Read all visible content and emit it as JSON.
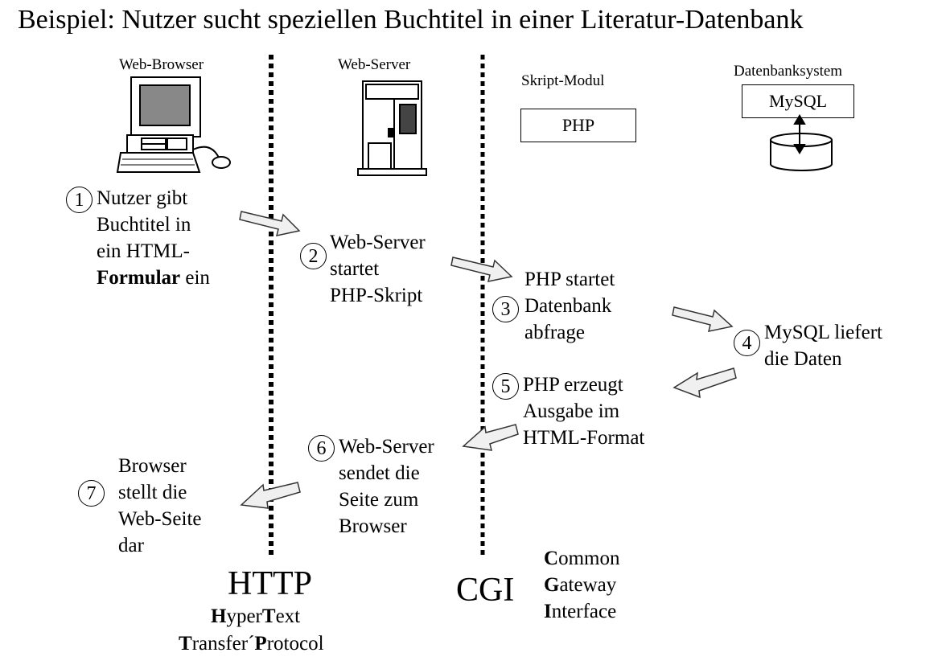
{
  "title": "Beispiel: Nutzer sucht speziellen Buchtitel in einer Literatur-Datenbank",
  "columns": {
    "browser": "Web-Browser",
    "server": "Web-Server",
    "script": "Skript-Modul",
    "db": "Datenbanksystem"
  },
  "boxes": {
    "php": "PHP",
    "mysql": "MySQL"
  },
  "steps": [
    {
      "num": "1",
      "lines": [
        "Nutzer gibt",
        "Buchtitel in",
        "ein HTML-"
      ],
      "bold_word": "Formular",
      "after_bold": " ein"
    },
    {
      "num": "2",
      "lines": [
        "Web-Server",
        "startet",
        "PHP-Skript"
      ]
    },
    {
      "num": "3",
      "lines": [
        "PHP startet",
        "Datenbank",
        "abfrage"
      ]
    },
    {
      "num": "4",
      "lines": [
        "MySQL liefert",
        "die Daten"
      ]
    },
    {
      "num": "5",
      "lines": [
        "PHP erzeugt",
        "Ausgabe im",
        "HTML-Format"
      ]
    },
    {
      "num": "6",
      "lines": [
        "Web-Server",
        "sendet die",
        "Seite zum",
        "Browser"
      ]
    },
    {
      "num": "7",
      "lines": [
        "Browser",
        "stellt die",
        "Web-Seite",
        "dar"
      ]
    }
  ],
  "protocols": {
    "http": {
      "abbr": "HTTP",
      "line1_bold1": "H",
      "line1_rest1": "yper",
      "line1_bold2": "T",
      "line1_rest2": "ext",
      "line2_bold1": "T",
      "line2_rest1": "ransfer´",
      "line2_bold2": "P",
      "line2_rest2": "rotocol"
    },
    "cgi": {
      "abbr": "CGI",
      "l1_bold": "C",
      "l1_rest": "ommon",
      "l2_bold": "G",
      "l2_rest": "ateway",
      "l3_bold": "I",
      "l3_rest": "nterface"
    }
  }
}
